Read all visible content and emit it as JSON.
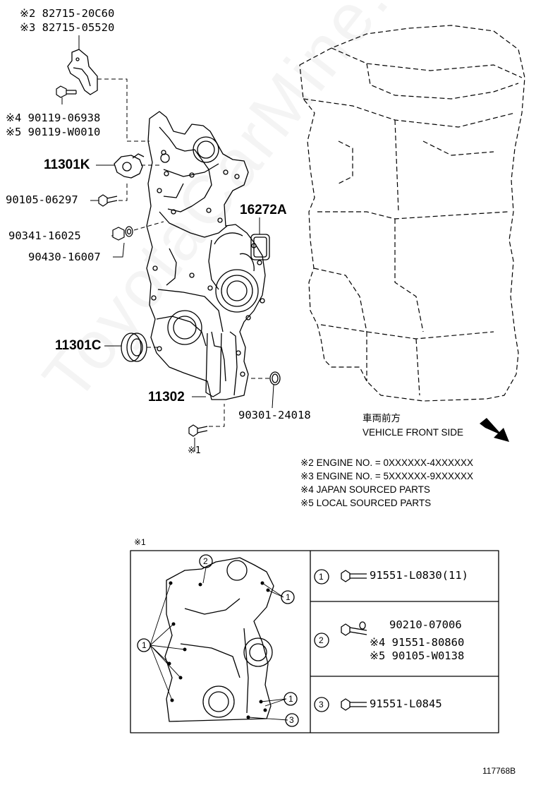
{
  "callouts": {
    "sensor_no2": "※2 82715-20C60",
    "sensor_no3": "※3 82715-05520",
    "bolt_4": "※4 90119-06938",
    "bolt_5": "※5 90119-W0010",
    "cover_sub": "11301K",
    "bolt_main": "90105-06297",
    "plug": "90341-16025",
    "plug_gasket": "90430-16007",
    "gasket_16272A": "16272A",
    "oil_seal": "11301C",
    "cover_main": "11302",
    "oring": "90301-24018",
    "ref_1": "※1"
  },
  "direction": {
    "jp": "車両前方",
    "en": "VEHICLE FRONT SIDE"
  },
  "notes": [
    "※2 ENGINE NO. = 0XXXXXX-4XXXXXX",
    "※3 ENGINE NO. = 5XXXXXX-9XXXXXX",
    "※4 JAPAN SOURCED PARTS",
    "※5 LOCAL SOURCED PARTS"
  ],
  "detail": {
    "ref": "※1",
    "rows": [
      {
        "index": "1",
        "parts": [
          "91551-L0830(11)"
        ]
      },
      {
        "index": "2",
        "parts": [
          "90210-07006",
          "※4 91551-80860",
          "※5 90105-W0138"
        ]
      },
      {
        "index": "3",
        "parts": [
          "91551-L0845"
        ]
      }
    ],
    "bubbles": [
      "1",
      "2",
      "1",
      "1",
      "3"
    ]
  },
  "figure_id": "117768B",
  "watermark": "ToyotaCarMine.ru"
}
